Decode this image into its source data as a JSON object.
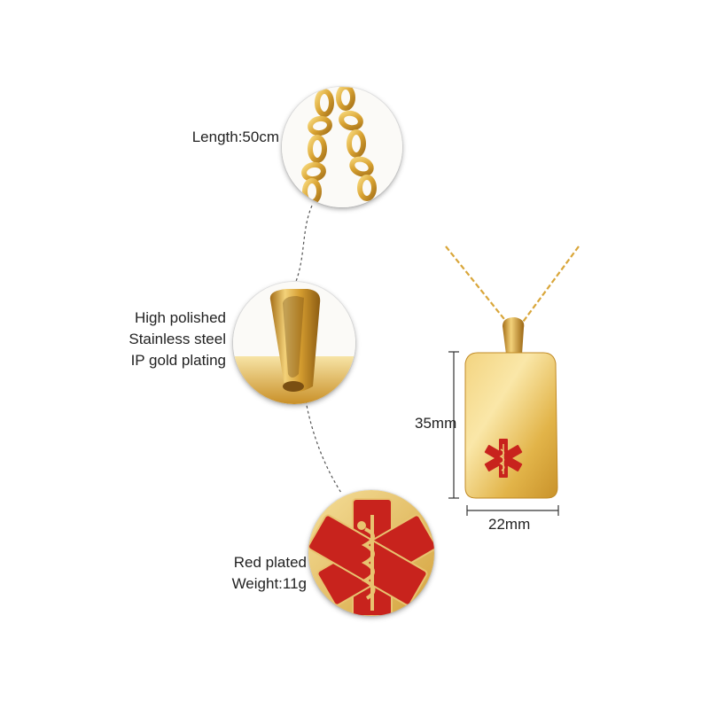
{
  "callouts": {
    "chain": {
      "text": "Length:50cm"
    },
    "bail": {
      "lines": [
        "High polished",
        "Stainless steel",
        "IP gold plating"
      ]
    },
    "symbol": {
      "lines": [
        "Red plated",
        "Weight:11g"
      ]
    }
  },
  "dimensions": {
    "height": "35mm",
    "width": "22mm"
  },
  "colors": {
    "gold": "#e0b240",
    "gold_dark": "#b9841c",
    "red": "#c8231d"
  },
  "icons": [
    "chain-icon",
    "bail-icon",
    "star-of-life-icon"
  ]
}
